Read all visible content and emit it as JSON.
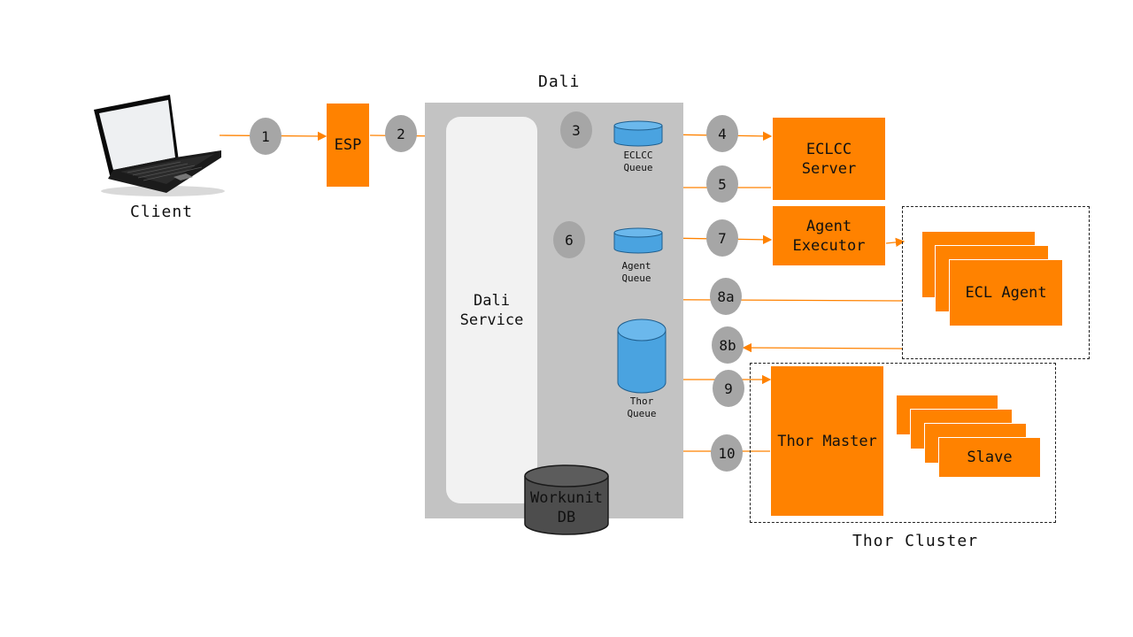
{
  "client": {
    "label": "Client"
  },
  "esp": {
    "label": "ESP"
  },
  "dali": {
    "title": "Dali",
    "service": "Dali\nService",
    "workunit_db": "Workunit\nDB"
  },
  "queues": {
    "eclcc": "ECLCC\nQueue",
    "agent": "Agent\nQueue",
    "thor": "Thor\nQueue"
  },
  "components": {
    "eclcc_server": "ECLCC\nServer",
    "agent_executor": "Agent\nExecutor",
    "ecl_agent": "ECL Agent",
    "thor_master": "Thor Master",
    "slave": "Slave",
    "thor_cluster": "Thor Cluster"
  },
  "steps": [
    "1",
    "2",
    "3",
    "4",
    "5",
    "6",
    "7",
    "8a",
    "8b",
    "9",
    "10"
  ],
  "colors": {
    "orange": "#ff8200",
    "step": "#a6a6a6",
    "queue": "#4aa3e0",
    "db": "#4d4d4d",
    "panel": "#c3c3c3"
  },
  "icons": {
    "client": "laptop-icon"
  }
}
